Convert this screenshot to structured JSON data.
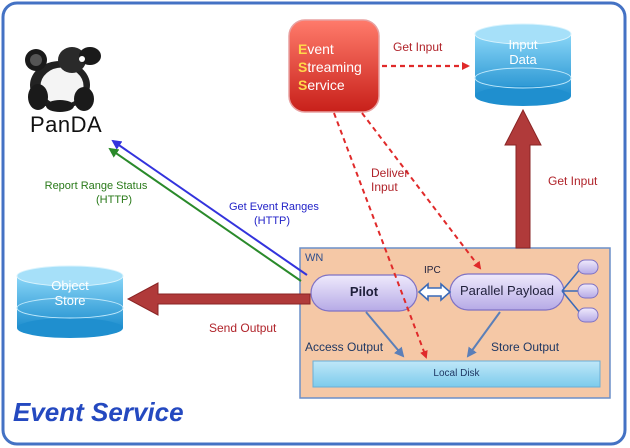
{
  "title": "Event Service",
  "logo": {
    "text": "PanDA",
    "icon": "panda-icon"
  },
  "ess": {
    "line1_first": "E",
    "line1_rest": "vent",
    "line2_first": "S",
    "line2_rest": "treaming",
    "line3_first": "S",
    "line3_rest": "ervice"
  },
  "input_data": {
    "line1": "Input",
    "line2": "Data"
  },
  "object_store": {
    "line1": "Object",
    "line2": "Store"
  },
  "wn": {
    "label": "WN"
  },
  "pilot": {
    "label": "Pilot"
  },
  "payload": {
    "label": "Parallel Payload"
  },
  "ipc": {
    "label": "IPC"
  },
  "local_disk": {
    "label": "Local Disk"
  },
  "edges": {
    "get_input_top": "Get Input",
    "deliver_input_1": "Deliver",
    "deliver_input_2": "Input",
    "get_input_right": "Get Input",
    "report_1": "Report Range Status",
    "report_2": "(HTTP)",
    "get_events_1": "Get Event Ranges",
    "get_events_2": "(HTTP)",
    "send_output": "Send Output",
    "access_output": "Access Output",
    "store_output": "Store Output"
  },
  "colors": {
    "frame": "#4472c4",
    "red_arrow": "#b03a3a",
    "dashed": "#e02a2a",
    "cyl_fill": "#4db8e8",
    "wn_fill": "#f5c8a6",
    "node_fill": "#c9c0ec",
    "blue_line": "#3333dd",
    "green_line": "#2a8a2a"
  }
}
